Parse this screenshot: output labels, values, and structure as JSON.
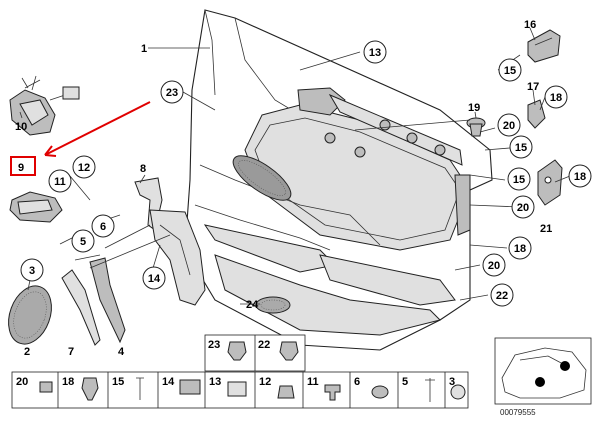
{
  "callouts": {
    "c1": "1",
    "c13": "13",
    "c23": "23",
    "c16": "16",
    "c15a": "15",
    "c17": "17",
    "c18a": "18",
    "c19": "19",
    "c20a": "20",
    "c15b": "15",
    "c10": "10",
    "c9": "9",
    "c12": "12",
    "c11": "11",
    "c8": "8",
    "c6": "6",
    "c15c": "15",
    "c18b": "18",
    "c20b": "20",
    "c21": "21",
    "c5": "5",
    "c18c": "18",
    "c14": "14",
    "c3": "3",
    "c20c": "20",
    "c24": "24",
    "c22": "22",
    "c2": "2",
    "c7": "7",
    "c4": "4",
    "k23": "23",
    "k22": "22"
  },
  "legend": [
    "20",
    "18",
    "15",
    "14",
    "13",
    "12",
    "11",
    "6",
    "5",
    "3"
  ],
  "catalog_number": "00079555",
  "colors": {
    "highlight": "#e00000",
    "line": "#222222",
    "fill": "#bdbdbd"
  }
}
